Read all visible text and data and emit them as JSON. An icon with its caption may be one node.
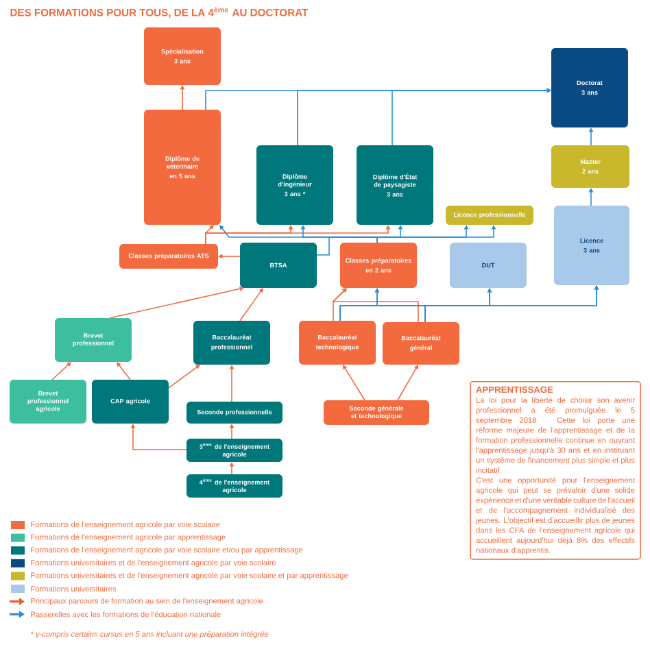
{
  "diagram": {
    "title": "DES FORMATIONS POUR TOUS, DE LA 4$^{ème}$ AU DOCTORAT",
    "nodes": [
      {
        "text": [
          "Spécialisation",
          "3 ans"
        ]
      },
      {
        "text": [
          "Diplôme de vétérinaire",
          "en 5 ans"
        ]
      },
      {
        "text": [
          "Diplôme d'ingénieur",
          "3 ans *"
        ]
      },
      {
        "text": [
          "Diplôme d'État de paysagiste",
          "3 ans"
        ]
      },
      {
        "text": [
          "Licence professionnelle"
        ]
      },
      {
        "text": [
          "Doctorat",
          "3 ans"
        ]
      },
      {
        "text": [
          "Master",
          "2 ans"
        ]
      },
      {
        "text": [
          "Licence",
          "3 ans"
        ]
      },
      {
        "text": [
          "Classes préparatoires ATS"
        ]
      },
      {
        "text": [
          "BTSA"
        ]
      },
      {
        "text": [
          "Classes préparatoires",
          "en 2 ans"
        ]
      },
      {
        "text": [
          "DUT"
        ]
      },
      {
        "text": [
          "Brevet professionnel"
        ]
      },
      {
        "text": [
          "Baccalauréat",
          "professionnel"
        ]
      },
      {
        "text": [
          "Baccalauréat",
          "technologique"
        ]
      },
      {
        "text": [
          "Baccalauréat",
          "général"
        ]
      },
      {
        "text": [
          "Brevet professionnel agricole"
        ]
      },
      {
        "text": [
          "CAP agricole"
        ]
      },
      {
        "text": [
          "Seconde professionnelle"
        ]
      },
      {
        "text": [
          "Seconde générale et technologique"
        ]
      },
      {
        "text": [
          "3$^{ème}$ de l'enseignement agricole"
        ]
      },
      {
        "text": [
          "4$^{ème}$ de l'enseignement agricole"
        ]
      },
      {
        "text": [
          "APPRENTISSAGE",
          "La loi pour la liberté de choisir son avenir professionnel a été promulguée le 5 septembre 2018. Cette loi porte une réforme majeure de l'apprentissage et de la formation professionnelle continue en ouvrant l'apprentissage jusqu'à 30 ans et en instituant un système de financement plus simple et plus incitatif.",
          "C'est une opportunité pour l'enseignement agricole qui peut se prévaloir d'une solide expérience et d'une véritable culture de l'accueil et de l'accompagnement individualisé des jeunes. L'objectif est d'accueillir plus de jeunes dans les CFA de l'enseignement agricole qui accueillent aujourd'hui déjà 8% des effectifs nationaux d'apprentis."
        ]
      }
    ],
    "edges": [
      {
        "from": 1,
        "to": 0,
        "arrow": "to"
      },
      {
        "from": 1,
        "to": 5,
        "arrow": "to",
        "color": "#2b8ed6"
      },
      {
        "from": 2,
        "to": 5,
        "arrow": "to",
        "color": "#2b8ed6"
      },
      {
        "from": 3,
        "to": 5,
        "arrow": "to",
        "color": "#2b8ed6"
      },
      {
        "from": 8,
        "to": 1,
        "arrow": "to"
      },
      {
        "from": 8,
        "to": 2,
        "arrow": "to"
      },
      {
        "from": 8,
        "to": 3,
        "arrow": "to"
      },
      {
        "from": 10,
        "to": 1,
        "arrow": "to",
        "color": "#2b8ed6"
      },
      {
        "from": 10,
        "to": 2,
        "arrow": "to",
        "color": "#2b8ed6"
      },
      {
        "from": 10,
        "to": 3,
        "arrow": "to",
        "color": "#2b8ed6"
      },
      {
        "from": 10,
        "to": 4,
        "arrow": "to",
        "color": "#2b8ed6"
      },
      {
        "from": 9,
        "to": 4,
        "arrow": "to",
        "color": "#2b8ed6"
      },
      {
        "from": 7,
        "to": 6,
        "arrow": "to",
        "color": "#2b8ed6"
      },
      {
        "from": 6,
        "to": 5,
        "arrow": "to",
        "color": "#2b8ed6"
      },
      {
        "from": 9,
        "to": 8,
        "arrow": "to"
      },
      {
        "from": 12,
        "to": 9,
        "arrow": "to"
      },
      {
        "from": 13,
        "to": 9,
        "arrow": "to"
      },
      {
        "from": 16,
        "to": 12,
        "arrow": "to"
      },
      {
        "from": 17,
        "to": 12,
        "arrow": "to"
      },
      {
        "from": 17,
        "to": 13,
        "arrow": "to"
      },
      {
        "from": 18,
        "to": 13,
        "arrow": "to"
      },
      {
        "from": 20,
        "to": 18,
        "arrow": "to"
      },
      {
        "from": 20,
        "to": 17,
        "arrow": "to"
      },
      {
        "from": 21,
        "to": 20,
        "arrow": "to"
      },
      {
        "from": 19,
        "to": 14,
        "arrow": "to"
      },
      {
        "from": 19,
        "to": 15,
        "arrow": "to"
      },
      {
        "from": 14,
        "to": 10,
        "arrow": "to"
      },
      {
        "from": 15,
        "to": 10,
        "arrow": "to"
      },
      {
        "from": 14,
        "to": 10,
        "arrow": "to",
        "color": "#2b8ed6"
      },
      {
        "from": 14,
        "to": 11,
        "arrow": "to",
        "color": "#2b8ed6"
      },
      {
        "from": 14,
        "to": 7,
        "arrow": "to",
        "color": "#2b8ed6"
      },
      {
        "from": 15,
        "to": 10,
        "arrow": "to",
        "color": "#2b8ed6"
      },
      {
        "from": 15,
        "to": 11,
        "arrow": "to",
        "color": "#2b8ed6"
      },
      {
        "from": 15,
        "to": 7,
        "arrow": "to",
        "color": "#2b8ed6"
      }
    ],
    "labels": [
      "* y-compris certains cursus en 5 ans incluant une préparation intégrée"
    ],
    "legend": [
      {
        "text": "Formations de l'enseignement agricole par voie scolaire",
        "color": "#f26a3d"
      },
      {
        "text": "Formations de l'enseignement agricole par apprentissage",
        "color": "#3dbf9f"
      },
      {
        "text": "Formations  de l'enseignement agricole par voie scolaire et/ou par apprentissage",
        "color": "#00777a"
      },
      {
        "text": "Formations universitaires et de l'enseignement agricole par voie scolaire",
        "color": "#0a4a82"
      },
      {
        "text": "Formations universitaires et de l'enseignement agricole par voie scolaire et par apprentissage",
        "color": "#c9b82c"
      },
      {
        "text": "Formations universitaires",
        "color": "#a9c9ea"
      },
      {
        "text": "Principaux parcours de formation au sein de l'enseignement agricole"
      },
      {
        "text": "Passerelles avec les formations de l'éducation nationale"
      }
    ]
  }
}
